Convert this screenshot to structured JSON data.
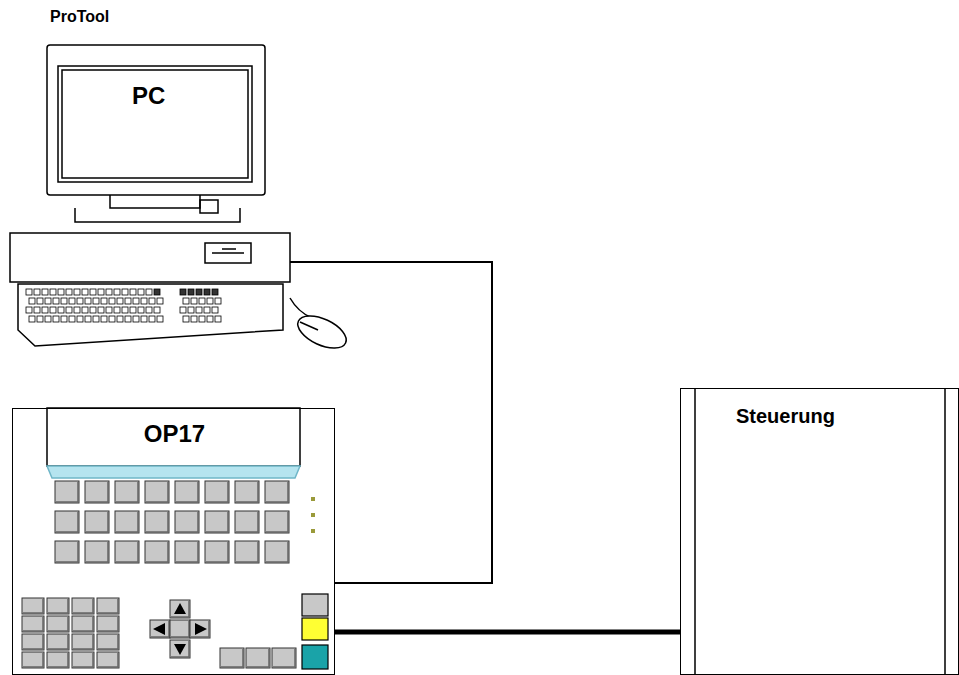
{
  "diagram": {
    "nodes": [
      {
        "text": [
          "ProTool",
          "PC"
        ]
      },
      {
        "text": [
          "OP17"
        ]
      },
      {
        "text": [
          "Steuerung"
        ]
      }
    ],
    "edges": [
      {
        "from": 0,
        "to": 1,
        "arrow": "none"
      },
      {
        "from": 1,
        "to": 2,
        "arrow": "none"
      }
    ]
  }
}
